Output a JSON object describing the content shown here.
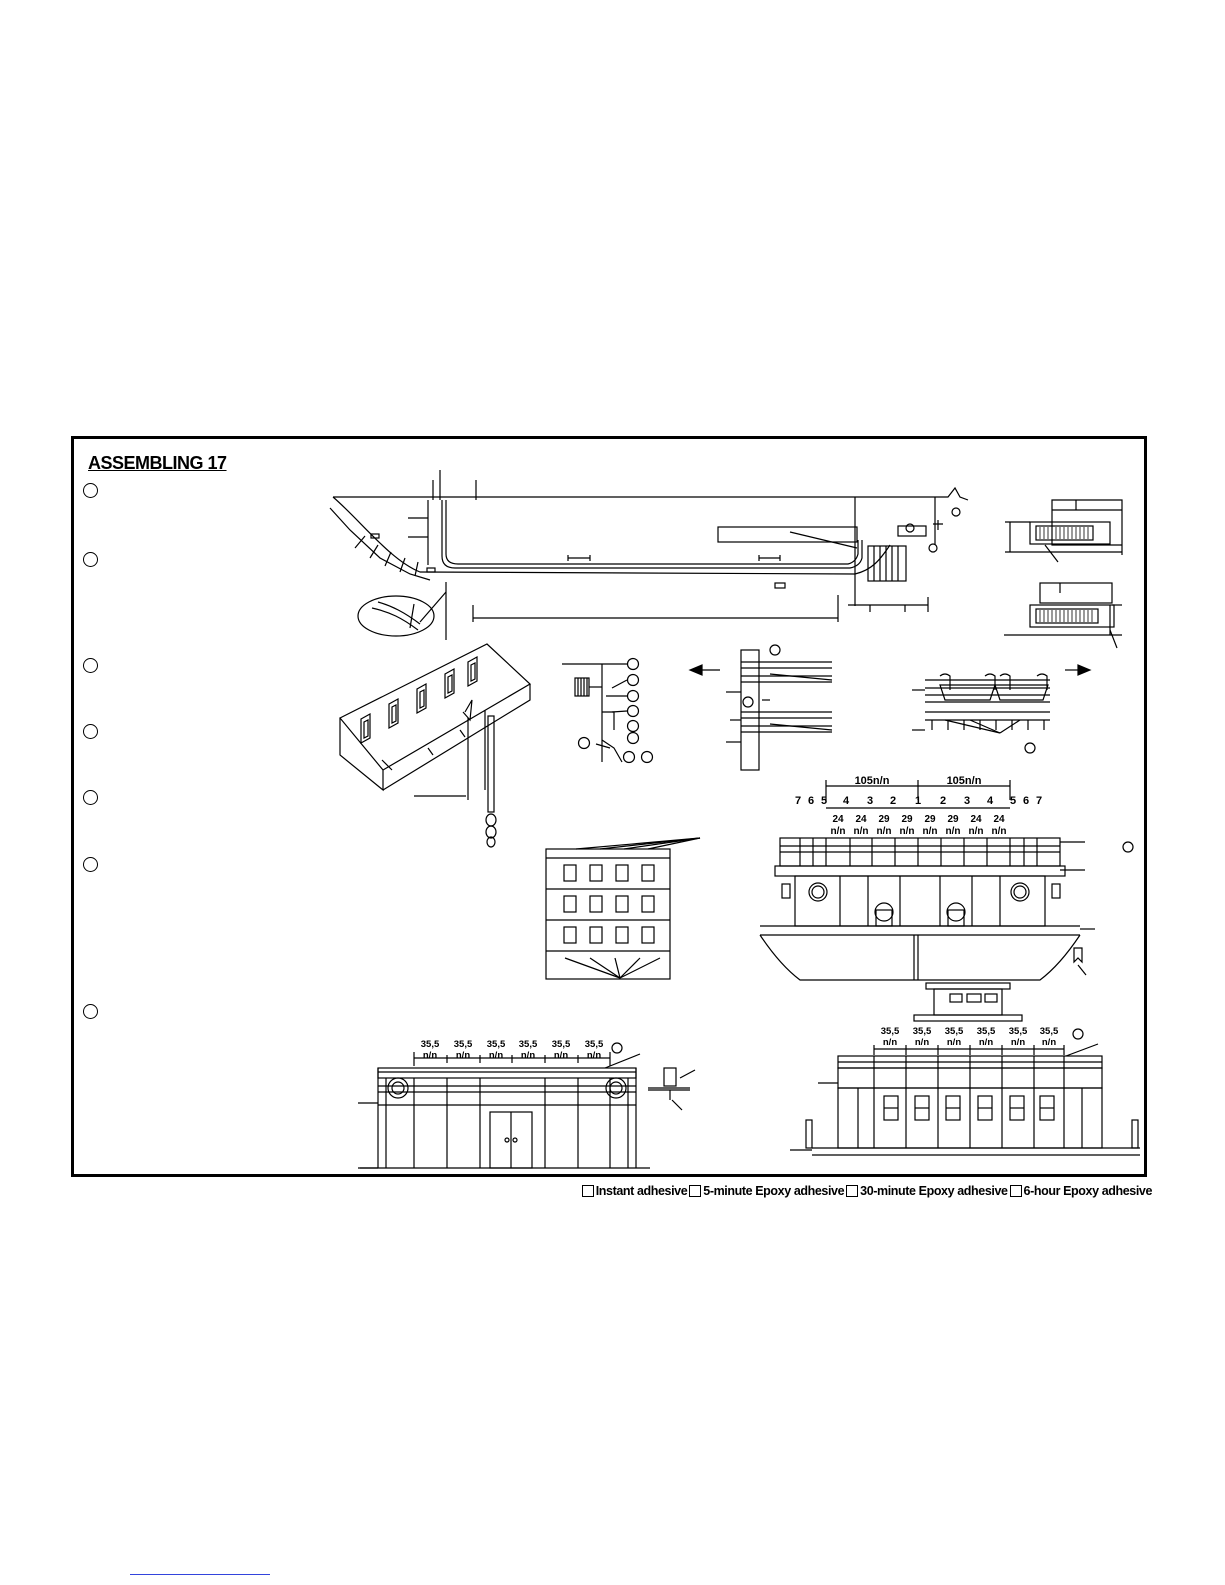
{
  "page": {
    "title": "ASSEMBLING 17"
  },
  "steps": [
    {
      "id": "step-1"
    },
    {
      "id": "step-2"
    },
    {
      "id": "step-3"
    },
    {
      "id": "step-4"
    },
    {
      "id": "step-5"
    },
    {
      "id": "step-6"
    },
    {
      "id": "step-7"
    }
  ],
  "dimensions": {
    "top_span_left": "105n/n",
    "top_span_right": "105n/n",
    "numbers_left": [
      "7",
      "6",
      "5",
      "4",
      "3",
      "2",
      "1"
    ],
    "numbers_right": [
      "2",
      "3",
      "4",
      "5",
      "6",
      "7"
    ],
    "widths_left": [
      "24",
      "24",
      "29",
      "29"
    ],
    "widths_right": [
      "29",
      "29",
      "24",
      "24"
    ],
    "width_unit": "n/n",
    "bottom_spacing": "35,5",
    "bottom_unit": "n/n"
  },
  "legend": [
    {
      "label": "Instant adhesive"
    },
    {
      "label": "5-minute Epoxy adhesive"
    },
    {
      "label": "30-minute Epoxy adhesive"
    },
    {
      "label": "6-hour Epoxy adhesive"
    }
  ]
}
